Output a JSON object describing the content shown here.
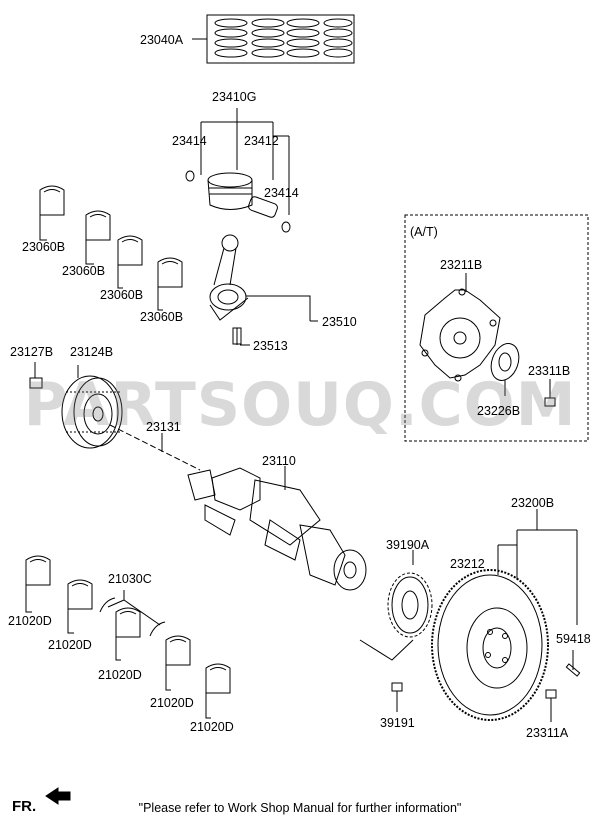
{
  "watermark": "PARTSOUQ.COM",
  "note": "\"Please refer to Work Shop Manual for further information\"",
  "fr_label": "FR.",
  "at_label": "(A/T)",
  "labels": {
    "p23040A": "23040A",
    "p23410G": "23410G",
    "p23414a": "23414",
    "p23412": "23412",
    "p23414b": "23414",
    "p23060Ba": "23060B",
    "p23060Bb": "23060B",
    "p23060Bc": "23060B",
    "p23060Bd": "23060B",
    "p23510": "23510",
    "p23513": "23513",
    "p23211B": "23211B",
    "p23311B": "23311B",
    "p23226B": "23226B",
    "p23127B": "23127B",
    "p23124B": "23124B",
    "p23131": "23131",
    "p23110": "23110",
    "p23200B": "23200B",
    "p39190A": "39190A",
    "p23212": "23212",
    "p59418": "59418",
    "p39191": "39191",
    "p23311A": "23311A",
    "p21030C": "21030C",
    "p21020Da": "21020D",
    "p21020Db": "21020D",
    "p21020Dc": "21020D",
    "p21020Dd": "21020D",
    "p21020De": "21020D"
  },
  "colors": {
    "line": "#000000",
    "watermark": "#787878"
  }
}
